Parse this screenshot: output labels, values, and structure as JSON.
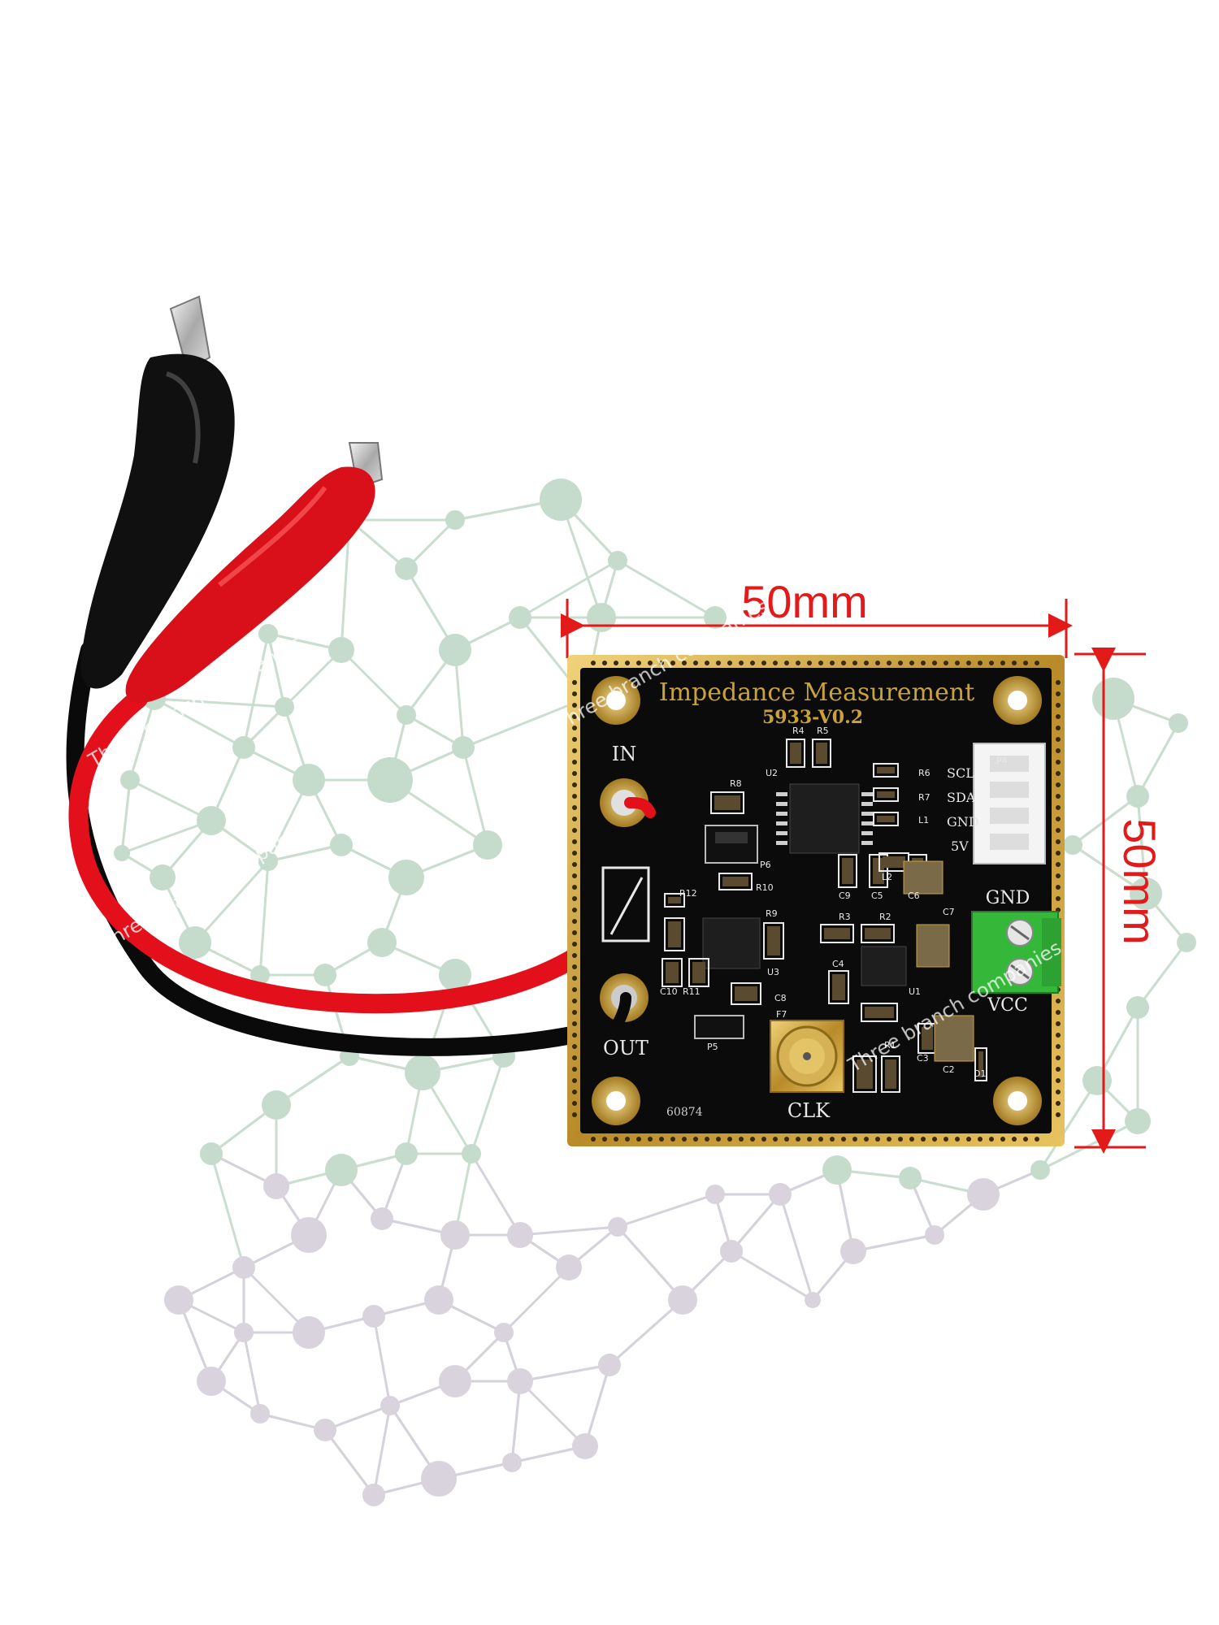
{
  "board": {
    "title": "Impedance Measurement",
    "version": "5933-V0.2",
    "serial": "60874",
    "labels": {
      "in": "IN",
      "out": "OUT",
      "clk": "CLK",
      "gnd": "GND",
      "vcc": "VCC",
      "scl": "SCL",
      "sda": "SDA",
      "gnd_header": "GND",
      "v5": "5V"
    },
    "components": {
      "r4": "R4",
      "r5": "R5",
      "r6": "R6",
      "r7": "R7",
      "l1": "L1",
      "r8": "R8",
      "u2": "U2",
      "p6": "P6",
      "r10": "R10",
      "c9": "C9",
      "c5": "C5",
      "c6": "C6",
      "l2": "L2",
      "c7": "C7",
      "r12": "R12",
      "r9": "R9",
      "r3": "R3",
      "r2": "R2",
      "u3": "U3",
      "c10": "C10",
      "r11": "R11",
      "c8": "C8",
      "c4": "C4",
      "u1": "U1",
      "p5": "P5",
      "f7": "F7",
      "r1": "R1",
      "c3": "C3",
      "c2": "C2",
      "d1": "D1",
      "p4": "P4"
    }
  },
  "dimensions": {
    "width": "50mm",
    "height": "50mm"
  },
  "watermark": {
    "text": "Three branch companies"
  },
  "colors": {
    "pcb": "#0b0b0b",
    "gold": "#c9a23a",
    "dimension": "#e21a1a",
    "red_wire": "#e3101b",
    "black_wire": "#0a0a0a",
    "terminal": "#35b83a",
    "network": "#8fb99a"
  }
}
